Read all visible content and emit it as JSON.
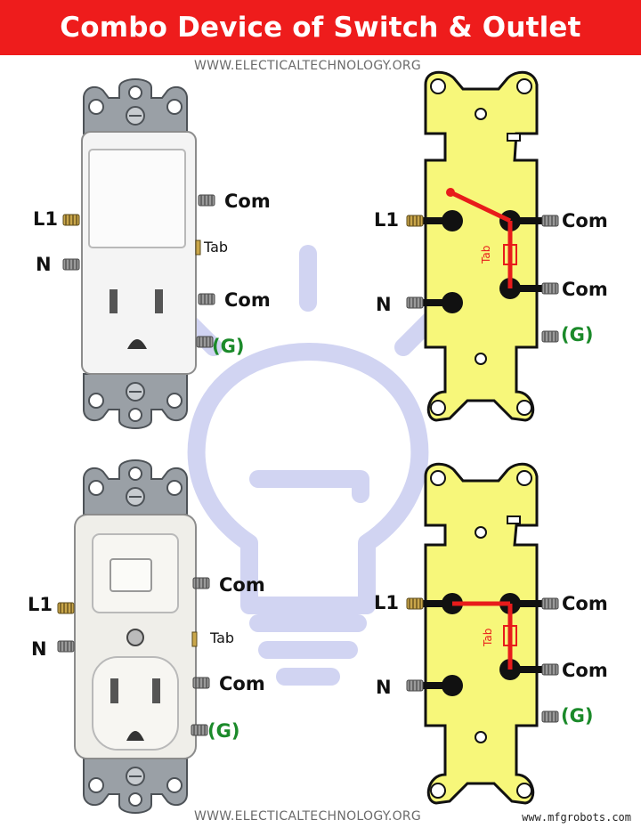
{
  "title": "Combo Device of Switch & Outlet",
  "website_top": "WWW.ELECTICALTECHNOLOGY.ORG",
  "website_bottom": "WWW.ELECTICALTECHNOLOGY.ORG",
  "credit": "www.mfgrobots.com",
  "labels": {
    "l1": "L1",
    "n": "N",
    "com": "Com",
    "ground": "(G)",
    "tab": "Tab"
  },
  "colors": {
    "banner": "#ee1c1c",
    "diagram_fill": "#f7f77a",
    "wire_red": "#e81b1b",
    "ground_label": "#1b8a2a",
    "watermark": "#c9cdf0"
  },
  "icons": [
    "lightbulb-watermark-icon",
    "screw-terminal-icon",
    "switch-outlet-device-icon"
  ]
}
